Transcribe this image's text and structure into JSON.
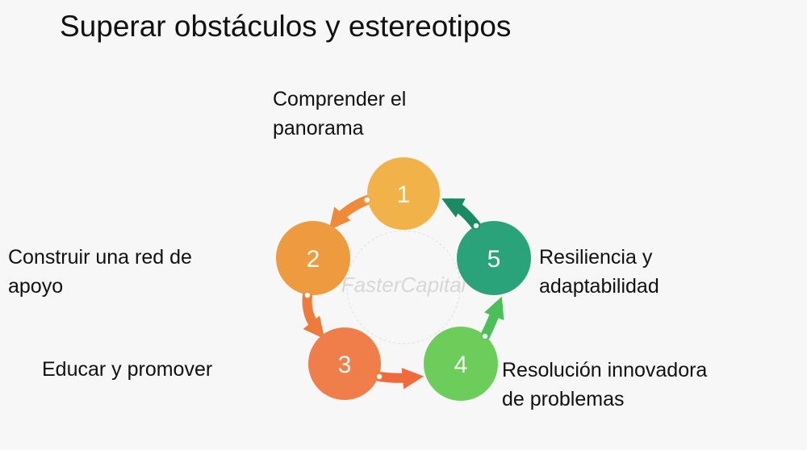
{
  "title": "Superar obstáculos y estereotipos",
  "watermark": "FasterCapital",
  "steps": [
    {
      "number": "1",
      "label_lines": [
        "Comprender el",
        "panorama"
      ],
      "color": "#f1b24a"
    },
    {
      "number": "2",
      "label_lines": [
        "Construir una red de",
        "apoyo"
      ],
      "color": "#ee9a3f"
    },
    {
      "number": "3",
      "label_lines": [
        "Educar y promover"
      ],
      "color": "#f07e4a"
    },
    {
      "number": "4",
      "label_lines": [
        "Resolución innovadora",
        "de problemas"
      ],
      "color": "#6ccd5a"
    },
    {
      "number": "5",
      "label_lines": [
        "Resiliencia y",
        "adaptabilidad"
      ],
      "color": "#2aa37a"
    }
  ]
}
